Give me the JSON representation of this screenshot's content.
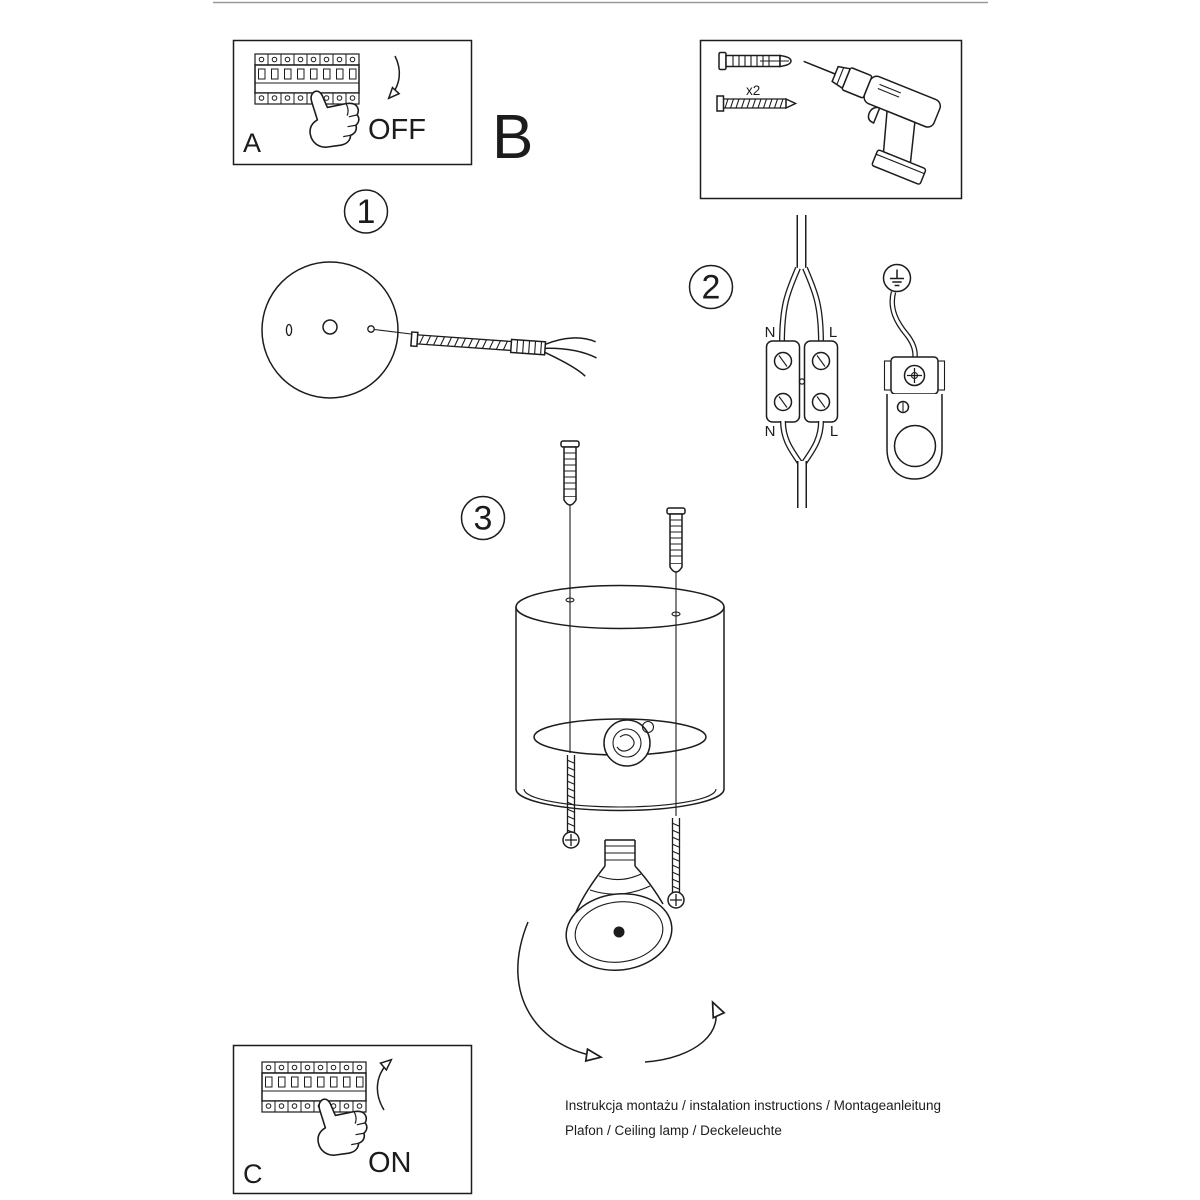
{
  "colors": {
    "ink": "#1c1c1c",
    "paper": "#ffffff"
  },
  "panel_a": {
    "label": "A",
    "state": "OFF"
  },
  "section_b": {
    "label": "B"
  },
  "hardware": {
    "plug_quantity": "x2"
  },
  "steps": {
    "one": "1",
    "two": "2",
    "three": "3"
  },
  "wiring": {
    "n_top": "N",
    "l_top": "L",
    "n_bottom": "N",
    "l_bottom": "L"
  },
  "panel_c": {
    "label": "C",
    "state": "ON"
  },
  "footer": {
    "line1": "Instrukcja montażu / instalation instructions / Montageanleitung",
    "line2": "Plafon / Ceiling lamp / Deckeleuchte"
  }
}
